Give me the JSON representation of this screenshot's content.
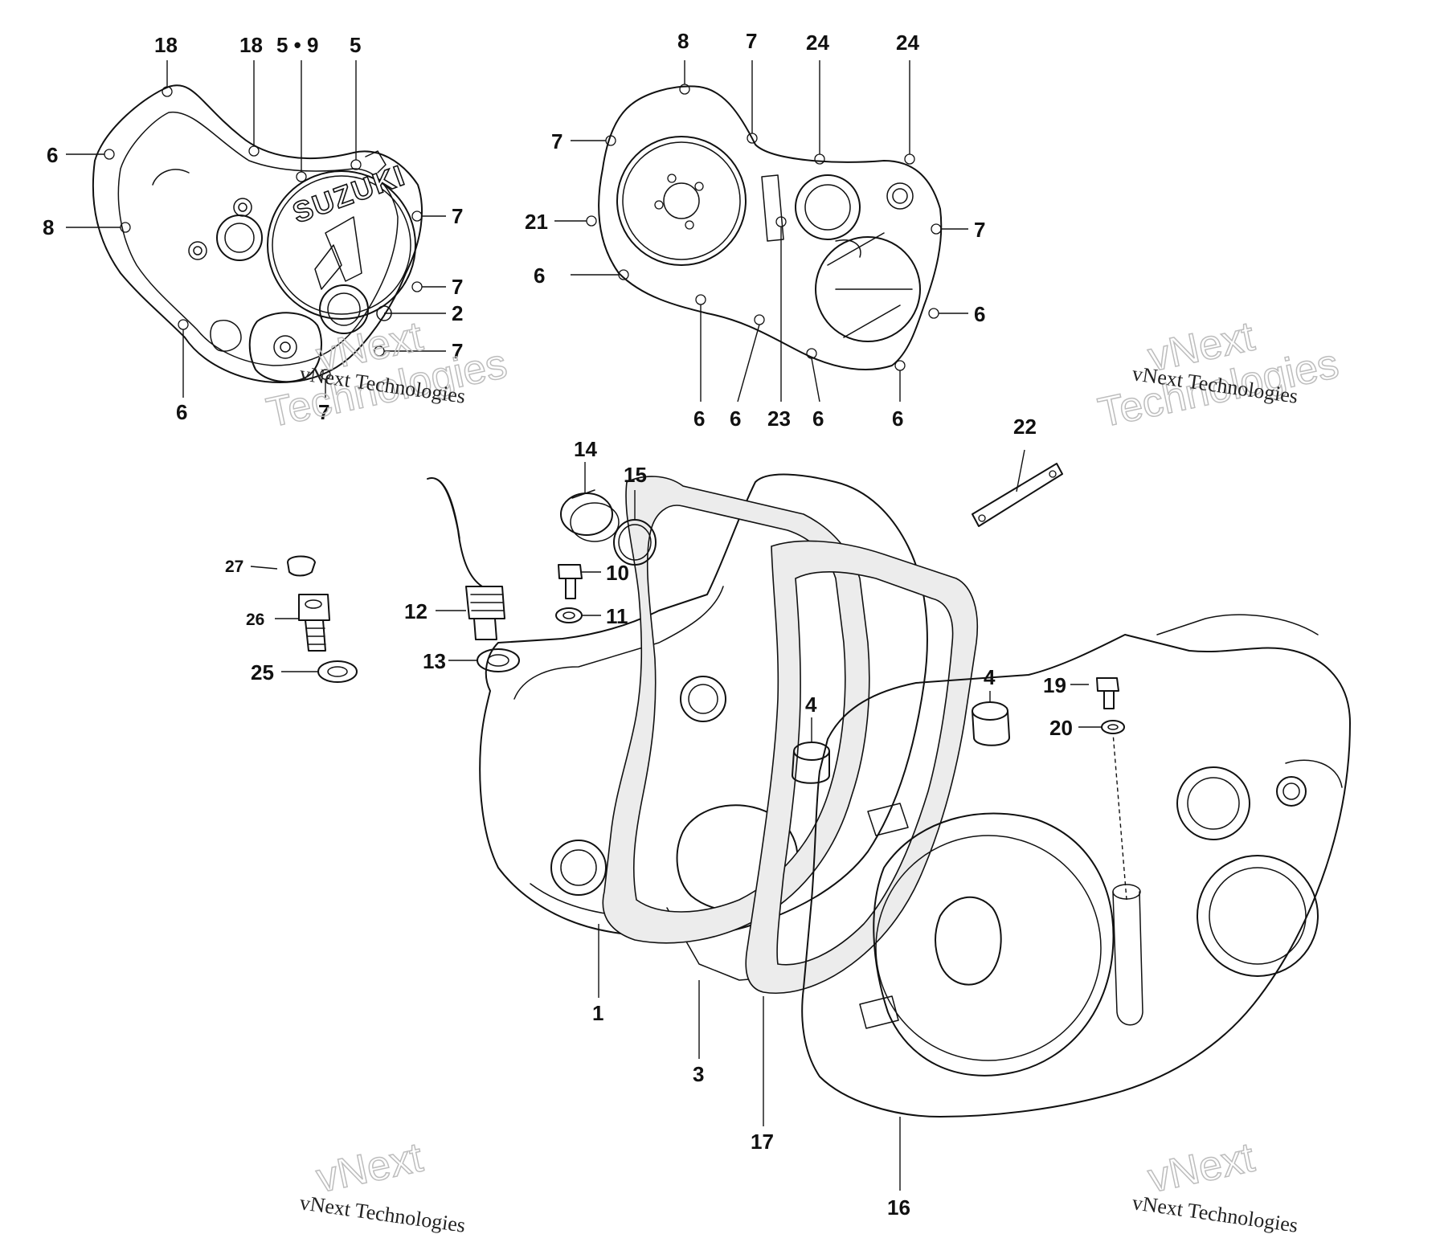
{
  "diagram": {
    "logo_text": "SUZUKI",
    "watermark_line1": "vNext Technologies",
    "watermark_line2_a": "vNext",
    "watermark_line2_b": "Technologies",
    "callouts": {
      "p1": "1",
      "p2": "2",
      "p3": "3",
      "p4": "4",
      "p5": "5",
      "p5_9": "5 • 9",
      "p6": "6",
      "p7": "7",
      "p8": "8",
      "p10": "10",
      "p11": "11",
      "p12": "12",
      "p13": "13",
      "p14": "14",
      "p15": "15",
      "p16": "16",
      "p17": "17",
      "p18": "18",
      "p19": "19",
      "p20": "20",
      "p21": "21",
      "p22": "22",
      "p23": "23",
      "p24": "24",
      "p25": "25",
      "p26": "26",
      "p27": "27"
    }
  }
}
